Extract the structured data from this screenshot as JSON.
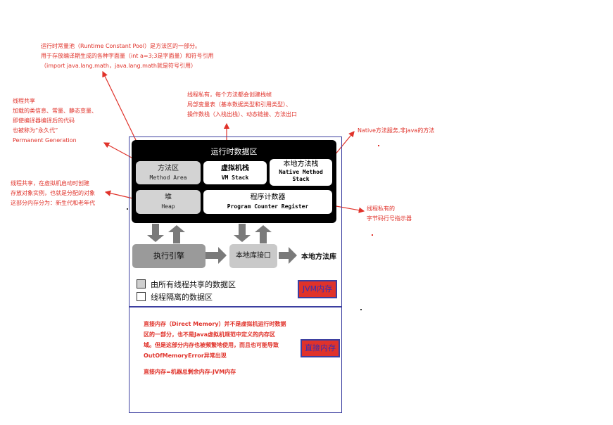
{
  "notes": {
    "constant_pool": [
      "运行时常量池（Runtime Constant Pool）是方法区的一部分。",
      "用于存放编译期生成的各种字面量（int a=3;3是字面量）和符号引用",
      "（import java.lang.math，java.lang.math就是符号引用）"
    ],
    "method_area": [
      "线程共享",
      "加载的类信息、常量、静态变量、",
      "即使编译器编译后的代码",
      "也被称为“永久代”",
      "Permanent Generation"
    ],
    "vm_stack": [
      "线程私有，每个方法都会创建栈帧",
      "局部变量表（基本数据类型和引用类型）、",
      "操作数栈（入栈出栈）、动态链接、方法出口"
    ],
    "native_stack": [
      "Native方法服务,非java的方法"
    ],
    "heap": [
      "线程共享，在虚拟机启动时创建",
      "存放对象实例，也就是分配的对象",
      "这部分内存分为：新生代和老年代"
    ],
    "pc_register": [
      "线程私有的",
      "字节码行号指示器"
    ]
  },
  "diagram": {
    "panel_title": "运行时数据区",
    "method_area": {
      "cn": "方法区",
      "en": "Method Area"
    },
    "vm_stack": {
      "cn": "虚拟机栈",
      "en": "VM Stack"
    },
    "native_stack": {
      "cn": "本地方法栈",
      "en1": "Native Method",
      "en2": "Stack"
    },
    "heap": {
      "cn": "堆",
      "en": "Heap"
    },
    "pc": {
      "cn": "程序计数器",
      "en": "Program Counter Register"
    },
    "exec_engine": "执行引擎",
    "native_interface": "本地库接口",
    "native_lib": "本地方法库",
    "legend_shared": "由所有线程共享的数据区",
    "legend_isolated": "线程隔离的数据区",
    "jvm_badge": "JVM内存"
  },
  "direct_memory": {
    "lines": [
      "直接内存（Direct Memory）并不是虚拟机运行时数据",
      "区的一部分，也不是Java虚拟机规范中定义的内存区",
      "域。但是这部分内存也被频繁地使用，而且也可能导致",
      "OutOfMemoryError异常出现"
    ],
    "formula": "直接内存=机器总剩余内存-JVM内存",
    "badge": "直接内存"
  },
  "colors": {
    "annotation": "#e0322a",
    "frame": "#3c3fa0",
    "badge_bg": "#e0322a"
  }
}
